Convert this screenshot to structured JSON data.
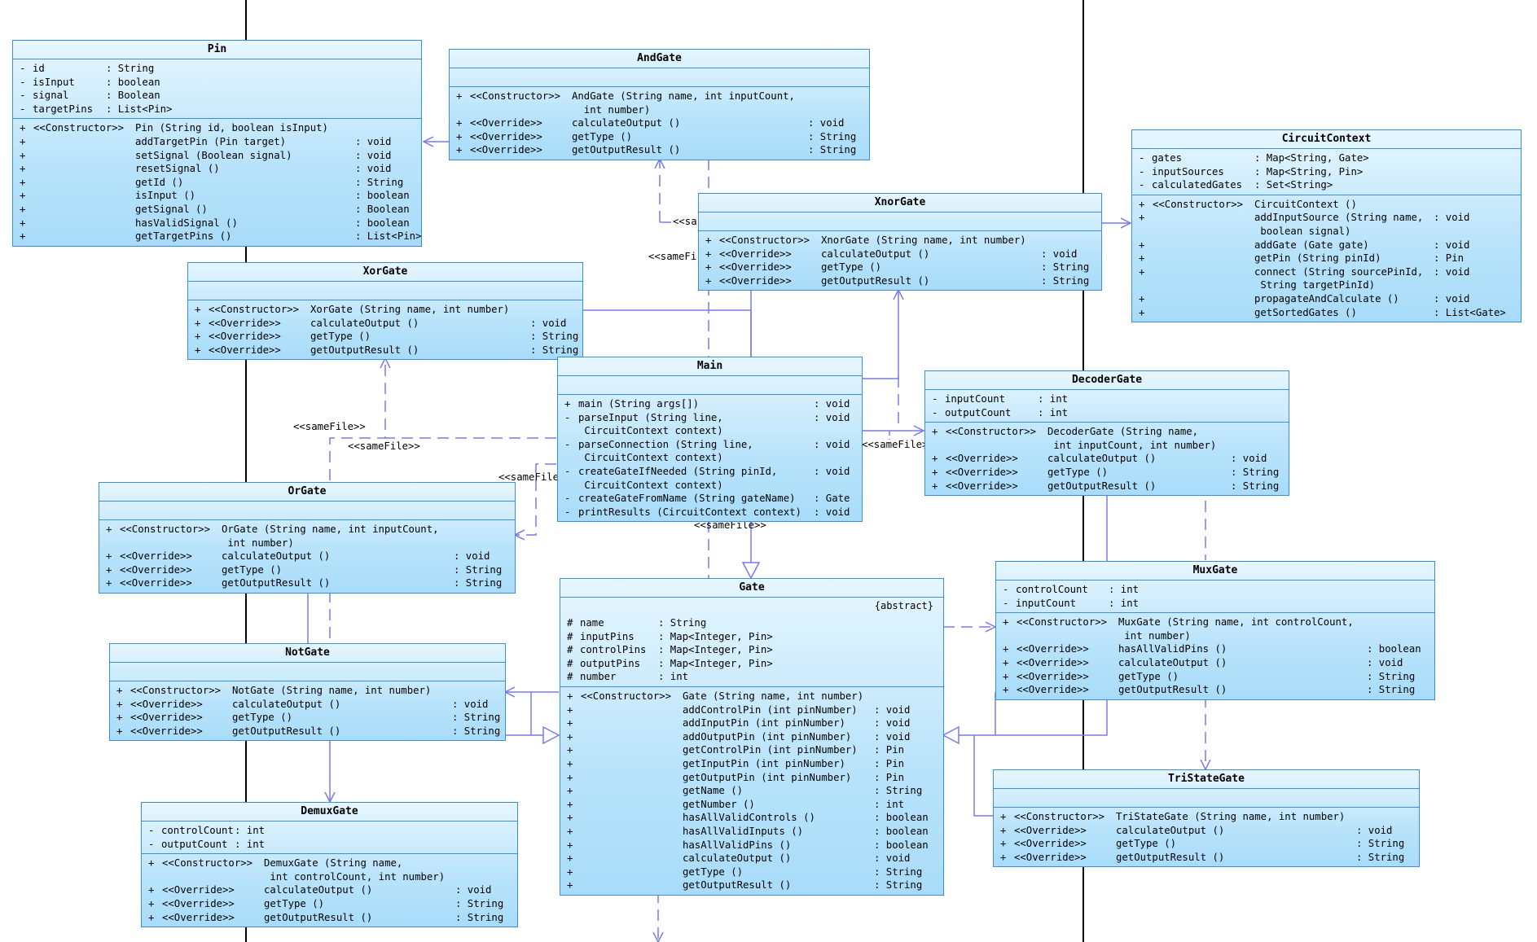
{
  "diagram": {
    "classes": [
      {
        "id": "pin",
        "name": "Pin",
        "attributes": [
          {
            "v": "-",
            "n": "id",
            "t": ": String"
          },
          {
            "v": "-",
            "n": "isInput",
            "t": ": boolean"
          },
          {
            "v": "-",
            "n": "signal",
            "t": ": Boolean"
          },
          {
            "v": "-",
            "n": "targetPins",
            "t": ": List<Pin>"
          }
        ],
        "operations": [
          {
            "v": "+",
            "s": "<<Constructor>>",
            "n": "Pin (String id, boolean isInput)",
            "t": ""
          },
          {
            "v": "+",
            "s": "",
            "n": "addTargetPin (Pin target)",
            "t": ": void"
          },
          {
            "v": "+",
            "s": "",
            "n": "setSignal (Boolean signal)",
            "t": ": void"
          },
          {
            "v": "+",
            "s": "",
            "n": "resetSignal ()",
            "t": ": void"
          },
          {
            "v": "+",
            "s": "",
            "n": "getId ()",
            "t": ": String"
          },
          {
            "v": "+",
            "s": "",
            "n": "isInput ()",
            "t": ": boolean"
          },
          {
            "v": "+",
            "s": "",
            "n": "getSignal ()",
            "t": ": Boolean"
          },
          {
            "v": "+",
            "s": "",
            "n": "hasValidSignal ()",
            "t": ": boolean"
          },
          {
            "v": "+",
            "s": "",
            "n": "getTargetPins ()",
            "t": ": List<Pin>"
          }
        ]
      },
      {
        "id": "andgate",
        "name": "AndGate",
        "attributes": [],
        "operations": [
          {
            "v": "+",
            "s": "<<Constructor>>",
            "n": "AndGate (String name, int inputCount,",
            "t": ""
          },
          {
            "v": "",
            "s": "",
            "n": "  int number)",
            "t": ""
          },
          {
            "v": "+",
            "s": "<<Override>>",
            "n": "calculateOutput ()",
            "t": ": void"
          },
          {
            "v": "+",
            "s": "<<Override>>",
            "n": "getType ()",
            "t": ": String"
          },
          {
            "v": "+",
            "s": "<<Override>>",
            "n": "getOutputResult ()",
            "t": ": String"
          }
        ]
      },
      {
        "id": "circuitcontext",
        "name": "CircuitContext",
        "attributes": [
          {
            "v": "-",
            "n": "gates",
            "t": ": Map<String, Gate>"
          },
          {
            "v": "-",
            "n": "inputSources",
            "t": ": Map<String, Pin>"
          },
          {
            "v": "-",
            "n": "calculatedGates",
            "t": ": Set<String>"
          }
        ],
        "operations": [
          {
            "v": "+",
            "s": "<<Constructor>>",
            "n": "CircuitContext ()",
            "t": ""
          },
          {
            "v": "+",
            "s": "",
            "n": "addInputSource (String name,",
            "t": ": void"
          },
          {
            "v": "",
            "s": "",
            "n": " boolean signal)",
            "t": ""
          },
          {
            "v": "+",
            "s": "",
            "n": "addGate (Gate gate)",
            "t": ": void"
          },
          {
            "v": "+",
            "s": "",
            "n": "getPin (String pinId)",
            "t": ": Pin"
          },
          {
            "v": "+",
            "s": "",
            "n": "connect (String sourcePinId,",
            "t": ": void"
          },
          {
            "v": "",
            "s": "",
            "n": " String targetPinId)",
            "t": ""
          },
          {
            "v": "+",
            "s": "",
            "n": "propagateAndCalculate ()",
            "t": ": void"
          },
          {
            "v": "+",
            "s": "",
            "n": "getSortedGates ()",
            "t": ": List<Gate>"
          }
        ]
      },
      {
        "id": "xnorgate",
        "name": "XnorGate",
        "attributes": [],
        "operations": [
          {
            "v": "+",
            "s": "<<Constructor>>",
            "n": "XnorGate (String name, int number)",
            "t": ""
          },
          {
            "v": "+",
            "s": "<<Override>>",
            "n": "calculateOutput ()",
            "t": ": void"
          },
          {
            "v": "+",
            "s": "<<Override>>",
            "n": "getType ()",
            "t": ": String"
          },
          {
            "v": "+",
            "s": "<<Override>>",
            "n": "getOutputResult ()",
            "t": ": String"
          }
        ]
      },
      {
        "id": "xorgate",
        "name": "XorGate",
        "attributes": [],
        "operations": [
          {
            "v": "+",
            "s": "<<Constructor>>",
            "n": "XorGate (String name, int number)",
            "t": ""
          },
          {
            "v": "+",
            "s": "<<Override>>",
            "n": "calculateOutput ()",
            "t": ": void"
          },
          {
            "v": "+",
            "s": "<<Override>>",
            "n": "getType ()",
            "t": ": String"
          },
          {
            "v": "+",
            "s": "<<Override>>",
            "n": "getOutputResult ()",
            "t": ": String"
          }
        ]
      },
      {
        "id": "main",
        "name": "Main",
        "attributes": [],
        "operations": [
          {
            "v": "+",
            "s": "",
            "n": "main (String args[])",
            "t": ": void"
          },
          {
            "v": "-",
            "s": "",
            "n": "parseInput (String line,",
            "t": ": void"
          },
          {
            "v": "",
            "s": "",
            "n": " CircuitContext context)",
            "t": ""
          },
          {
            "v": "-",
            "s": "",
            "n": "parseConnection (String line,",
            "t": ": void"
          },
          {
            "v": "",
            "s": "",
            "n": " CircuitContext context)",
            "t": ""
          },
          {
            "v": "-",
            "s": "",
            "n": "createGateIfNeeded (String pinId,",
            "t": ": void"
          },
          {
            "v": "",
            "s": "",
            "n": " CircuitContext context)",
            "t": ""
          },
          {
            "v": "-",
            "s": "",
            "n": "createGateFromName (String gateName)",
            "t": ": Gate"
          },
          {
            "v": "-",
            "s": "",
            "n": "printResults (CircuitContext context)",
            "t": ": void"
          }
        ]
      },
      {
        "id": "decodergate",
        "name": "DecoderGate",
        "attributes": [
          {
            "v": "-",
            "n": "inputCount",
            "t": ": int"
          },
          {
            "v": "-",
            "n": "outputCount",
            "t": ": int"
          }
        ],
        "operations": [
          {
            "v": "+",
            "s": "<<Constructor>>",
            "n": "DecoderGate (String name,",
            "t": ""
          },
          {
            "v": "",
            "s": "",
            "n": " int inputCount, int number)",
            "t": ""
          },
          {
            "v": "+",
            "s": "<<Override>>",
            "n": "calculateOutput ()",
            "t": ": void"
          },
          {
            "v": "+",
            "s": "<<Override>>",
            "n": "getType ()",
            "t": ": String"
          },
          {
            "v": "+",
            "s": "<<Override>>",
            "n": "getOutputResult ()",
            "t": ": String"
          }
        ]
      },
      {
        "id": "orgate",
        "name": "OrGate",
        "attributes": [],
        "operations": [
          {
            "v": "+",
            "s": "<<Constructor>>",
            "n": "OrGate (String name, int inputCount,",
            "t": ""
          },
          {
            "v": "",
            "s": "",
            "n": " int number)",
            "t": ""
          },
          {
            "v": "+",
            "s": "<<Override>>",
            "n": "calculateOutput ()",
            "t": ": void"
          },
          {
            "v": "+",
            "s": "<<Override>>",
            "n": "getType ()",
            "t": ": String"
          },
          {
            "v": "+",
            "s": "<<Override>>",
            "n": "getOutputResult ()",
            "t": ": String"
          }
        ]
      },
      {
        "id": "muxgate",
        "name": "MuxGate",
        "attributes": [
          {
            "v": "-",
            "n": "controlCount",
            "t": ": int"
          },
          {
            "v": "-",
            "n": "inputCount",
            "t": ": int"
          }
        ],
        "operations": [
          {
            "v": "+",
            "s": "<<Constructor>>",
            "n": "MuxGate (String name, int controlCount,",
            "t": ""
          },
          {
            "v": "",
            "s": "",
            "n": " int number)",
            "t": ""
          },
          {
            "v": "+",
            "s": "<<Override>>",
            "n": "hasAllValidPins ()",
            "t": ": boolean"
          },
          {
            "v": "+",
            "s": "<<Override>>",
            "n": "calculateOutput ()",
            "t": ": void"
          },
          {
            "v": "+",
            "s": "<<Override>>",
            "n": "getType ()",
            "t": ": String"
          },
          {
            "v": "+",
            "s": "<<Override>>",
            "n": "getOutputResult ()",
            "t": ": String"
          }
        ]
      },
      {
        "id": "gate",
        "name": "Gate",
        "stereotype": "{abstract}",
        "attributes": [
          {
            "v": "#",
            "n": "name",
            "t": ": String"
          },
          {
            "v": "#",
            "n": "inputPins",
            "t": ": Map<Integer, Pin>"
          },
          {
            "v": "#",
            "n": "controlPins",
            "t": ": Map<Integer, Pin>"
          },
          {
            "v": "#",
            "n": "outputPins",
            "t": ": Map<Integer, Pin>"
          },
          {
            "v": "#",
            "n": "number",
            "t": ": int"
          }
        ],
        "operations": [
          {
            "v": "+",
            "s": "<<Constructor>>",
            "n": "Gate (String name, int number)",
            "t": ""
          },
          {
            "v": "+",
            "s": "",
            "n": "addControlPin (int pinNumber)",
            "t": ": void"
          },
          {
            "v": "+",
            "s": "",
            "n": "addInputPin (int pinNumber)",
            "t": ": void"
          },
          {
            "v": "+",
            "s": "",
            "n": "addOutputPin (int pinNumber)",
            "t": ": void"
          },
          {
            "v": "+",
            "s": "",
            "n": "getControlPin (int pinNumber)",
            "t": ": Pin"
          },
          {
            "v": "+",
            "s": "",
            "n": "getInputPin (int pinNumber)",
            "t": ": Pin"
          },
          {
            "v": "+",
            "s": "",
            "n": "getOutputPin (int pinNumber)",
            "t": ": Pin"
          },
          {
            "v": "+",
            "s": "",
            "n": "getName ()",
            "t": ": String"
          },
          {
            "v": "+",
            "s": "",
            "n": "getNumber ()",
            "t": ": int"
          },
          {
            "v": "+",
            "s": "",
            "n": "hasAllValidControls ()",
            "t": ": boolean"
          },
          {
            "v": "+",
            "s": "",
            "n": "hasAllValidInputs ()",
            "t": ": boolean"
          },
          {
            "v": "+",
            "s": "",
            "n": "hasAllValidPins ()",
            "t": ": boolean"
          },
          {
            "v": "+",
            "s": "",
            "n": "calculateOutput ()",
            "t": ": void"
          },
          {
            "v": "+",
            "s": "",
            "n": "getType ()",
            "t": ": String"
          },
          {
            "v": "+",
            "s": "",
            "n": "getOutputResult ()",
            "t": ": String"
          }
        ]
      },
      {
        "id": "notgate",
        "name": "NotGate",
        "attributes": [],
        "operations": [
          {
            "v": "+",
            "s": "<<Constructor>>",
            "n": "NotGate (String name, int number)",
            "t": ""
          },
          {
            "v": "+",
            "s": "<<Override>>",
            "n": "calculateOutput ()",
            "t": ": void"
          },
          {
            "v": "+",
            "s": "<<Override>>",
            "n": "getType ()",
            "t": ": String"
          },
          {
            "v": "+",
            "s": "<<Override>>",
            "n": "getOutputResult ()",
            "t": ": String"
          }
        ]
      },
      {
        "id": "tristategate",
        "name": "TriStateGate",
        "attributes": [],
        "operations": [
          {
            "v": "+",
            "s": "<<Constructor>>",
            "n": "TriStateGate (String name, int number)",
            "t": ""
          },
          {
            "v": "+",
            "s": "<<Override>>",
            "n": "calculateOutput ()",
            "t": ": void"
          },
          {
            "v": "+",
            "s": "<<Override>>",
            "n": "getType ()",
            "t": ": String"
          },
          {
            "v": "+",
            "s": "<<Override>>",
            "n": "getOutputResult ()",
            "t": ": String"
          }
        ]
      },
      {
        "id": "demuxgate",
        "name": "DemuxGate",
        "attributes": [
          {
            "v": "-",
            "n": "controlCount",
            "t": ": int"
          },
          {
            "v": "-",
            "n": "outputCount",
            "t": ": int"
          }
        ],
        "operations": [
          {
            "v": "+",
            "s": "<<Constructor>>",
            "n": "DemuxGate (String name,",
            "t": ""
          },
          {
            "v": "",
            "s": "",
            "n": " int controlCount, int number)",
            "t": ""
          },
          {
            "v": "+",
            "s": "<<Override>>",
            "n": "calculateOutput ()",
            "t": ": void"
          },
          {
            "v": "+",
            "s": "<<Override>>",
            "n": "getType ()",
            "t": ": String"
          },
          {
            "v": "+",
            "s": "<<Override>>",
            "n": "getOutputResult ()",
            "t": ": String"
          }
        ]
      }
    ],
    "edge_labels": [
      {
        "id": "l1",
        "text": "<<sa"
      },
      {
        "id": "l2",
        "text": "<<sameFi"
      },
      {
        "id": "l3",
        "text": "<<sameFile>>"
      },
      {
        "id": "l4",
        "text": "<<sameFile>>"
      },
      {
        "id": "l5",
        "text": "<<sameFile"
      },
      {
        "id": "l6",
        "text": "<<sameFile>>"
      },
      {
        "id": "l7",
        "text": "<<sameFile>>"
      }
    ],
    "colors": {
      "border": "#3a8fd8",
      "edge": "#7a7ae6",
      "fill_top": "#e6f6ff",
      "fill_bottom": "#a8dcfa"
    }
  }
}
